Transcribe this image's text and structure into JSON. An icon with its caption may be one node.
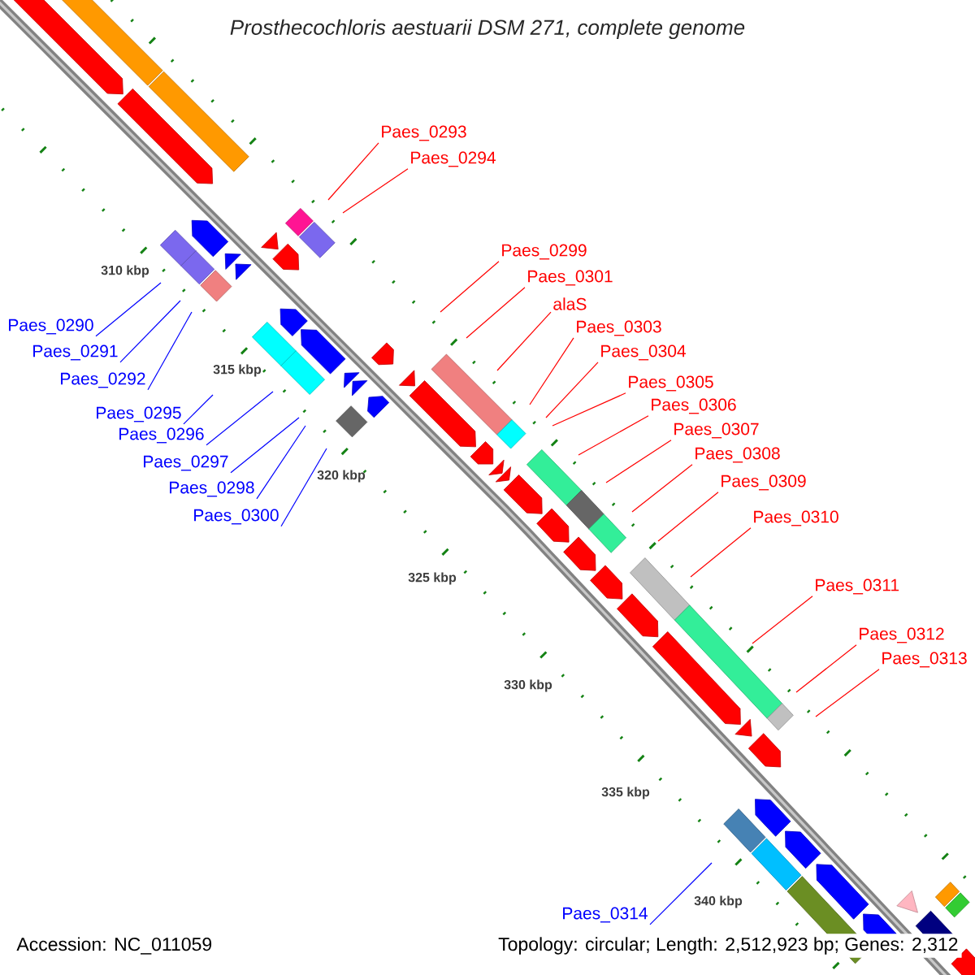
{
  "diagram": {
    "title": "Prosthecochloris aestuarii DSM 271, complete genome",
    "nodes": [
      {
        "text": [
          "Paes_0293"
        ]
      },
      {
        "text": [
          "Paes_0294"
        ]
      },
      {
        "text": [
          "Paes_0299"
        ]
      },
      {
        "text": [
          "Paes_0301"
        ]
      },
      {
        "text": [
          "alaS"
        ]
      },
      {
        "text": [
          "Paes_0290"
        ]
      },
      {
        "text": [
          "Paes_0303"
        ]
      },
      {
        "text": [
          "Paes_0291"
        ]
      },
      {
        "text": [
          "Paes_0304"
        ]
      },
      {
        "text": [
          "Paes_0292"
        ]
      },
      {
        "text": [
          "Paes_0305"
        ]
      },
      {
        "text": [
          "Paes_0306"
        ]
      },
      {
        "text": [
          "Paes_0295"
        ]
      },
      {
        "text": [
          "Paes_0307"
        ]
      },
      {
        "text": [
          "Paes_0296"
        ]
      },
      {
        "text": [
          "Paes_0308"
        ]
      },
      {
        "text": [
          "Paes_0297"
        ]
      },
      {
        "text": [
          "Paes_0309"
        ]
      },
      {
        "text": [
          "Paes_0298"
        ]
      },
      {
        "text": [
          "Paes_0300"
        ]
      },
      {
        "text": [
          "Paes_0310"
        ]
      },
      {
        "text": [
          "Paes_0311"
        ]
      },
      {
        "text": [
          "Paes_0312"
        ]
      },
      {
        "text": [
          "Paes_0313"
        ]
      },
      {
        "text": [
          "Paes_0314"
        ]
      }
    ],
    "edges": [
      {
        "from": 0,
        "to": null,
        "arrow": "none"
      },
      {
        "from": 1,
        "to": null,
        "arrow": "none"
      },
      {
        "from": 2,
        "to": null,
        "arrow": "none"
      },
      {
        "from": 3,
        "to": null,
        "arrow": "none"
      },
      {
        "from": 4,
        "to": null,
        "arrow": "none"
      },
      {
        "from": 5,
        "to": null,
        "arrow": "none",
        "color": "#0000ff"
      },
      {
        "from": 6,
        "to": null,
        "arrow": "none"
      },
      {
        "from": 7,
        "to": null,
        "arrow": "none",
        "color": "#0000ff"
      },
      {
        "from": 8,
        "to": null,
        "arrow": "none"
      },
      {
        "from": 9,
        "to": null,
        "arrow": "none",
        "color": "#0000ff"
      },
      {
        "from": 10,
        "to": null,
        "arrow": "none"
      },
      {
        "from": 11,
        "to": null,
        "arrow": "none"
      },
      {
        "from": 12,
        "to": null,
        "arrow": "none",
        "color": "#0000ff"
      },
      {
        "from": 13,
        "to": null,
        "arrow": "none"
      },
      {
        "from": 14,
        "to": null,
        "arrow": "none",
        "color": "#0000ff"
      },
      {
        "from": 15,
        "to": null,
        "arrow": "none"
      },
      {
        "from": 16,
        "to": null,
        "arrow": "none",
        "color": "#0000ff"
      },
      {
        "from": 17,
        "to": null,
        "arrow": "none"
      },
      {
        "from": 18,
        "to": null,
        "arrow": "none",
        "color": "#0000ff"
      },
      {
        "from": 19,
        "to": null,
        "arrow": "none",
        "color": "#0000ff"
      },
      {
        "from": 20,
        "to": null,
        "arrow": "none"
      },
      {
        "from": 21,
        "to": null,
        "arrow": "none"
      },
      {
        "from": 22,
        "to": null,
        "arrow": "none"
      },
      {
        "from": 23,
        "to": null,
        "arrow": "none"
      },
      {
        "from": 24,
        "to": null,
        "arrow": "none",
        "color": "#0000ff"
      }
    ],
    "labels": [
      "310 kbp",
      "315 kbp",
      "320 kbp",
      "325 kbp",
      "330 kbp",
      "335 kbp",
      "340 kbp",
      "Accession: NC_011059",
      "Topology: circular; Length: 2,512,923 bp; Genes: 2,312"
    ]
  }
}
